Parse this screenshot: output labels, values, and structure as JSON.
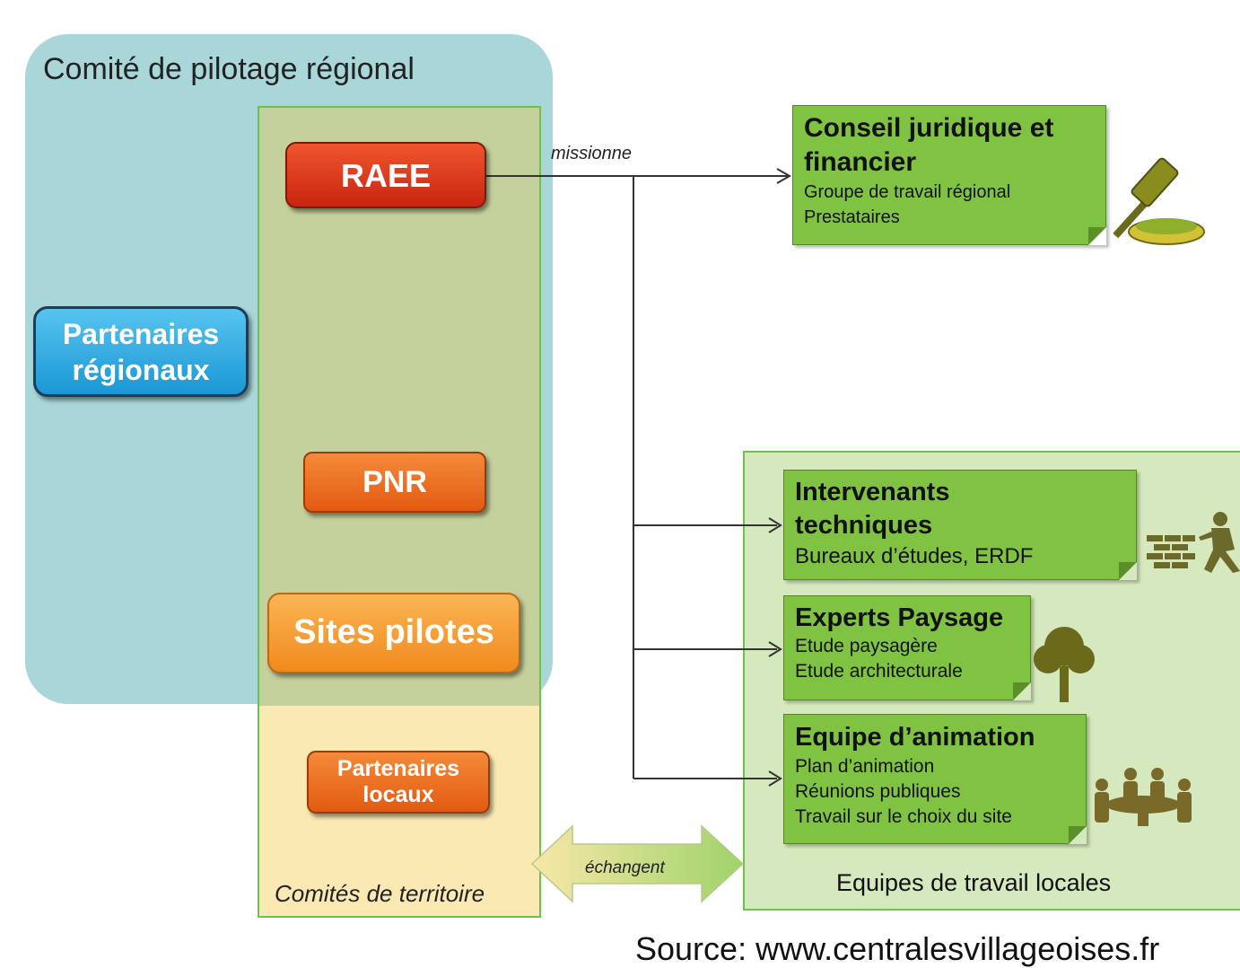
{
  "comite_regional": {
    "title": "Comité de pilotage régional"
  },
  "comites_territoire": {
    "label": "Comités de territoire"
  },
  "actors": {
    "raee": "RAEE",
    "pnr": "PNR",
    "sites_pilotes": "Sites pilotes",
    "partenaires_locaux": [
      "Partenaires",
      "locaux"
    ],
    "partenaires_regionaux": [
      "Partenaires",
      "régionaux"
    ]
  },
  "relations": {
    "missionne": "missionne",
    "echangent": "échangent"
  },
  "conseil": {
    "title": [
      "Conseil juridique et",
      "financier"
    ],
    "lines": [
      "Groupe de travail régional",
      "Prestataires"
    ],
    "icon": "gavel-icon"
  },
  "equipes_locales": {
    "label": "Equipes de travail locales",
    "intervenants": {
      "title": [
        "Intervenants",
        "techniques"
      ],
      "lines": [
        "Bureaux d’études, ERDF"
      ],
      "icon": "bricklayer-icon"
    },
    "experts": {
      "title": "Experts Paysage",
      "lines": [
        "Etude paysagère",
        "Etude architecturale"
      ],
      "icon": "tree-icon"
    },
    "equipe": {
      "title": "Equipe d’animation",
      "lines": [
        "Plan d’animation",
        "Réunions publiques",
        "Travail sur le choix du site"
      ],
      "icon": "meeting-icon"
    }
  },
  "source": "Source: www.centralesvillageoises.fr",
  "colors": {
    "regional_bg": "#a9d6d8",
    "territoire_top": "#c5d19c",
    "territoire_bottom": "#fbe9b3",
    "card_green": "#80c342",
    "locales_bg": "#d6e8bd"
  }
}
